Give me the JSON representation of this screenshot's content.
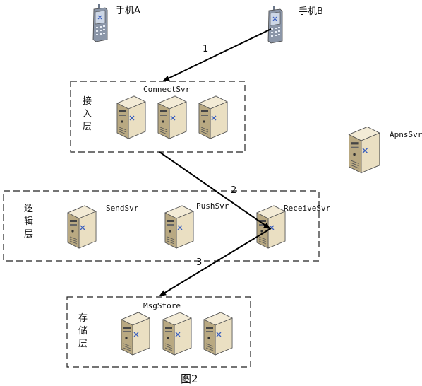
{
  "phones": [
    {
      "label": "手机A"
    },
    {
      "label": "手机B"
    }
  ],
  "layers": {
    "access": {
      "title_chars": [
        "接",
        "入",
        "层"
      ],
      "server_label": "ConnectSvr"
    },
    "logic": {
      "title_chars": [
        "逻",
        "辑",
        "层"
      ],
      "servers": [
        "SendSvr",
        "PushSvr",
        "ReceiveSvr"
      ]
    },
    "storage": {
      "title_chars": [
        "存",
        "储",
        "层"
      ],
      "server_label": "MsgStore"
    }
  },
  "external": {
    "apns_label": "ApnsSvr"
  },
  "arrows": [
    {
      "step": "1",
      "from": "手机B",
      "to": "ConnectSvr"
    },
    {
      "step": "2",
      "from": "ConnectSvr",
      "to": "ReceiveSvr"
    },
    {
      "step": "3",
      "from": "ReceiveSvr",
      "to": "MsgStore"
    }
  ],
  "caption": "图2",
  "colors": {
    "server_body": "#eadfc2",
    "server_shadow": "#b9a982",
    "phone_body": "#8b96a8",
    "phone_screen": "#cdd7e6",
    "x_mark": "#3b5fbf"
  }
}
